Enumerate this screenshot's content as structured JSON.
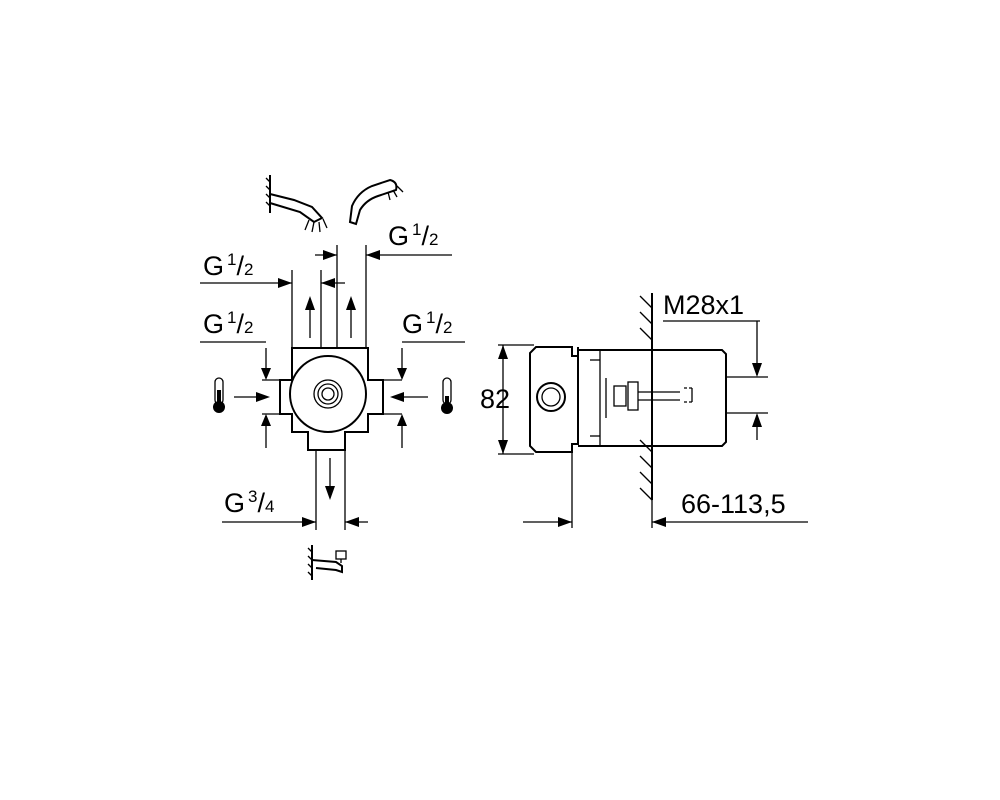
{
  "labels": {
    "inlet_shower": {
      "g": "G",
      "num": "1",
      "den": "2"
    },
    "inlet_handshower": {
      "g": "G",
      "num": "1",
      "den": "2"
    },
    "inlet_left": {
      "g": "G",
      "num": "1",
      "den": "2"
    },
    "inlet_right": {
      "g": "G",
      "num": "1",
      "den": "2"
    },
    "outlet_bottom": {
      "g": "G",
      "num": "3",
      "den": "4"
    },
    "height": "82",
    "thread": "M28x1",
    "depth": "66-113,5"
  },
  "icons": {
    "shower_head": "shower-head-icon",
    "hand_shower": "hand-shower-icon",
    "thermometer_left": "thermometer-icon",
    "thermometer_right": "thermometer-icon",
    "bath_spout": "bath-spout-icon"
  }
}
